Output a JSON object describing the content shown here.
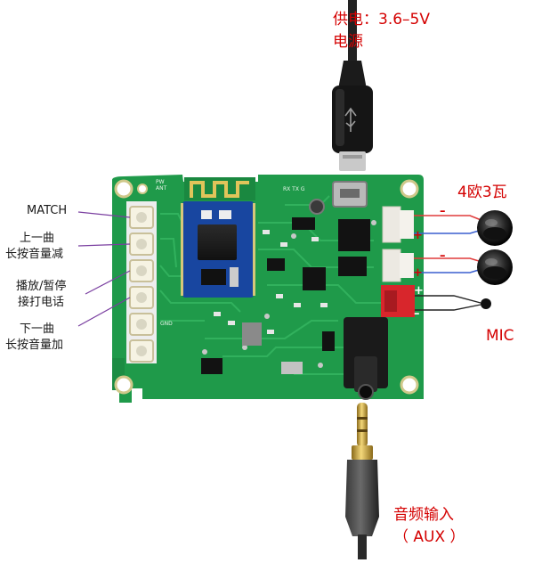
{
  "power": {
    "line1": "供电：3.6–5V",
    "line2": "电源"
  },
  "speakers": {
    "label": "4欧3瓦",
    "top_minus": "–",
    "top_plus": "+",
    "bottom_minus": "–",
    "bottom_plus": "+"
  },
  "mic": {
    "label": "MIC",
    "plus": "+",
    "minus": "–"
  },
  "aux": {
    "line1": "音频输入",
    "line2": "（ AUX ）"
  },
  "buttons": [
    {
      "line1": "MATCH",
      "line2": ""
    },
    {
      "line1": "上一曲",
      "line2": "长按音量减"
    },
    {
      "line1": "播放/暂停",
      "line2": "接打电话"
    },
    {
      "line1": "下一曲",
      "line2": "长按音量加"
    }
  ],
  "board_marks": {
    "ant": "PW\nANT",
    "rx_tx": "RX  TX  G",
    "gnd": "GND"
  },
  "colors": {
    "pcb_green": "#1f9a4a",
    "label_red": "#d40000",
    "connector_red": "#d8262c"
  }
}
